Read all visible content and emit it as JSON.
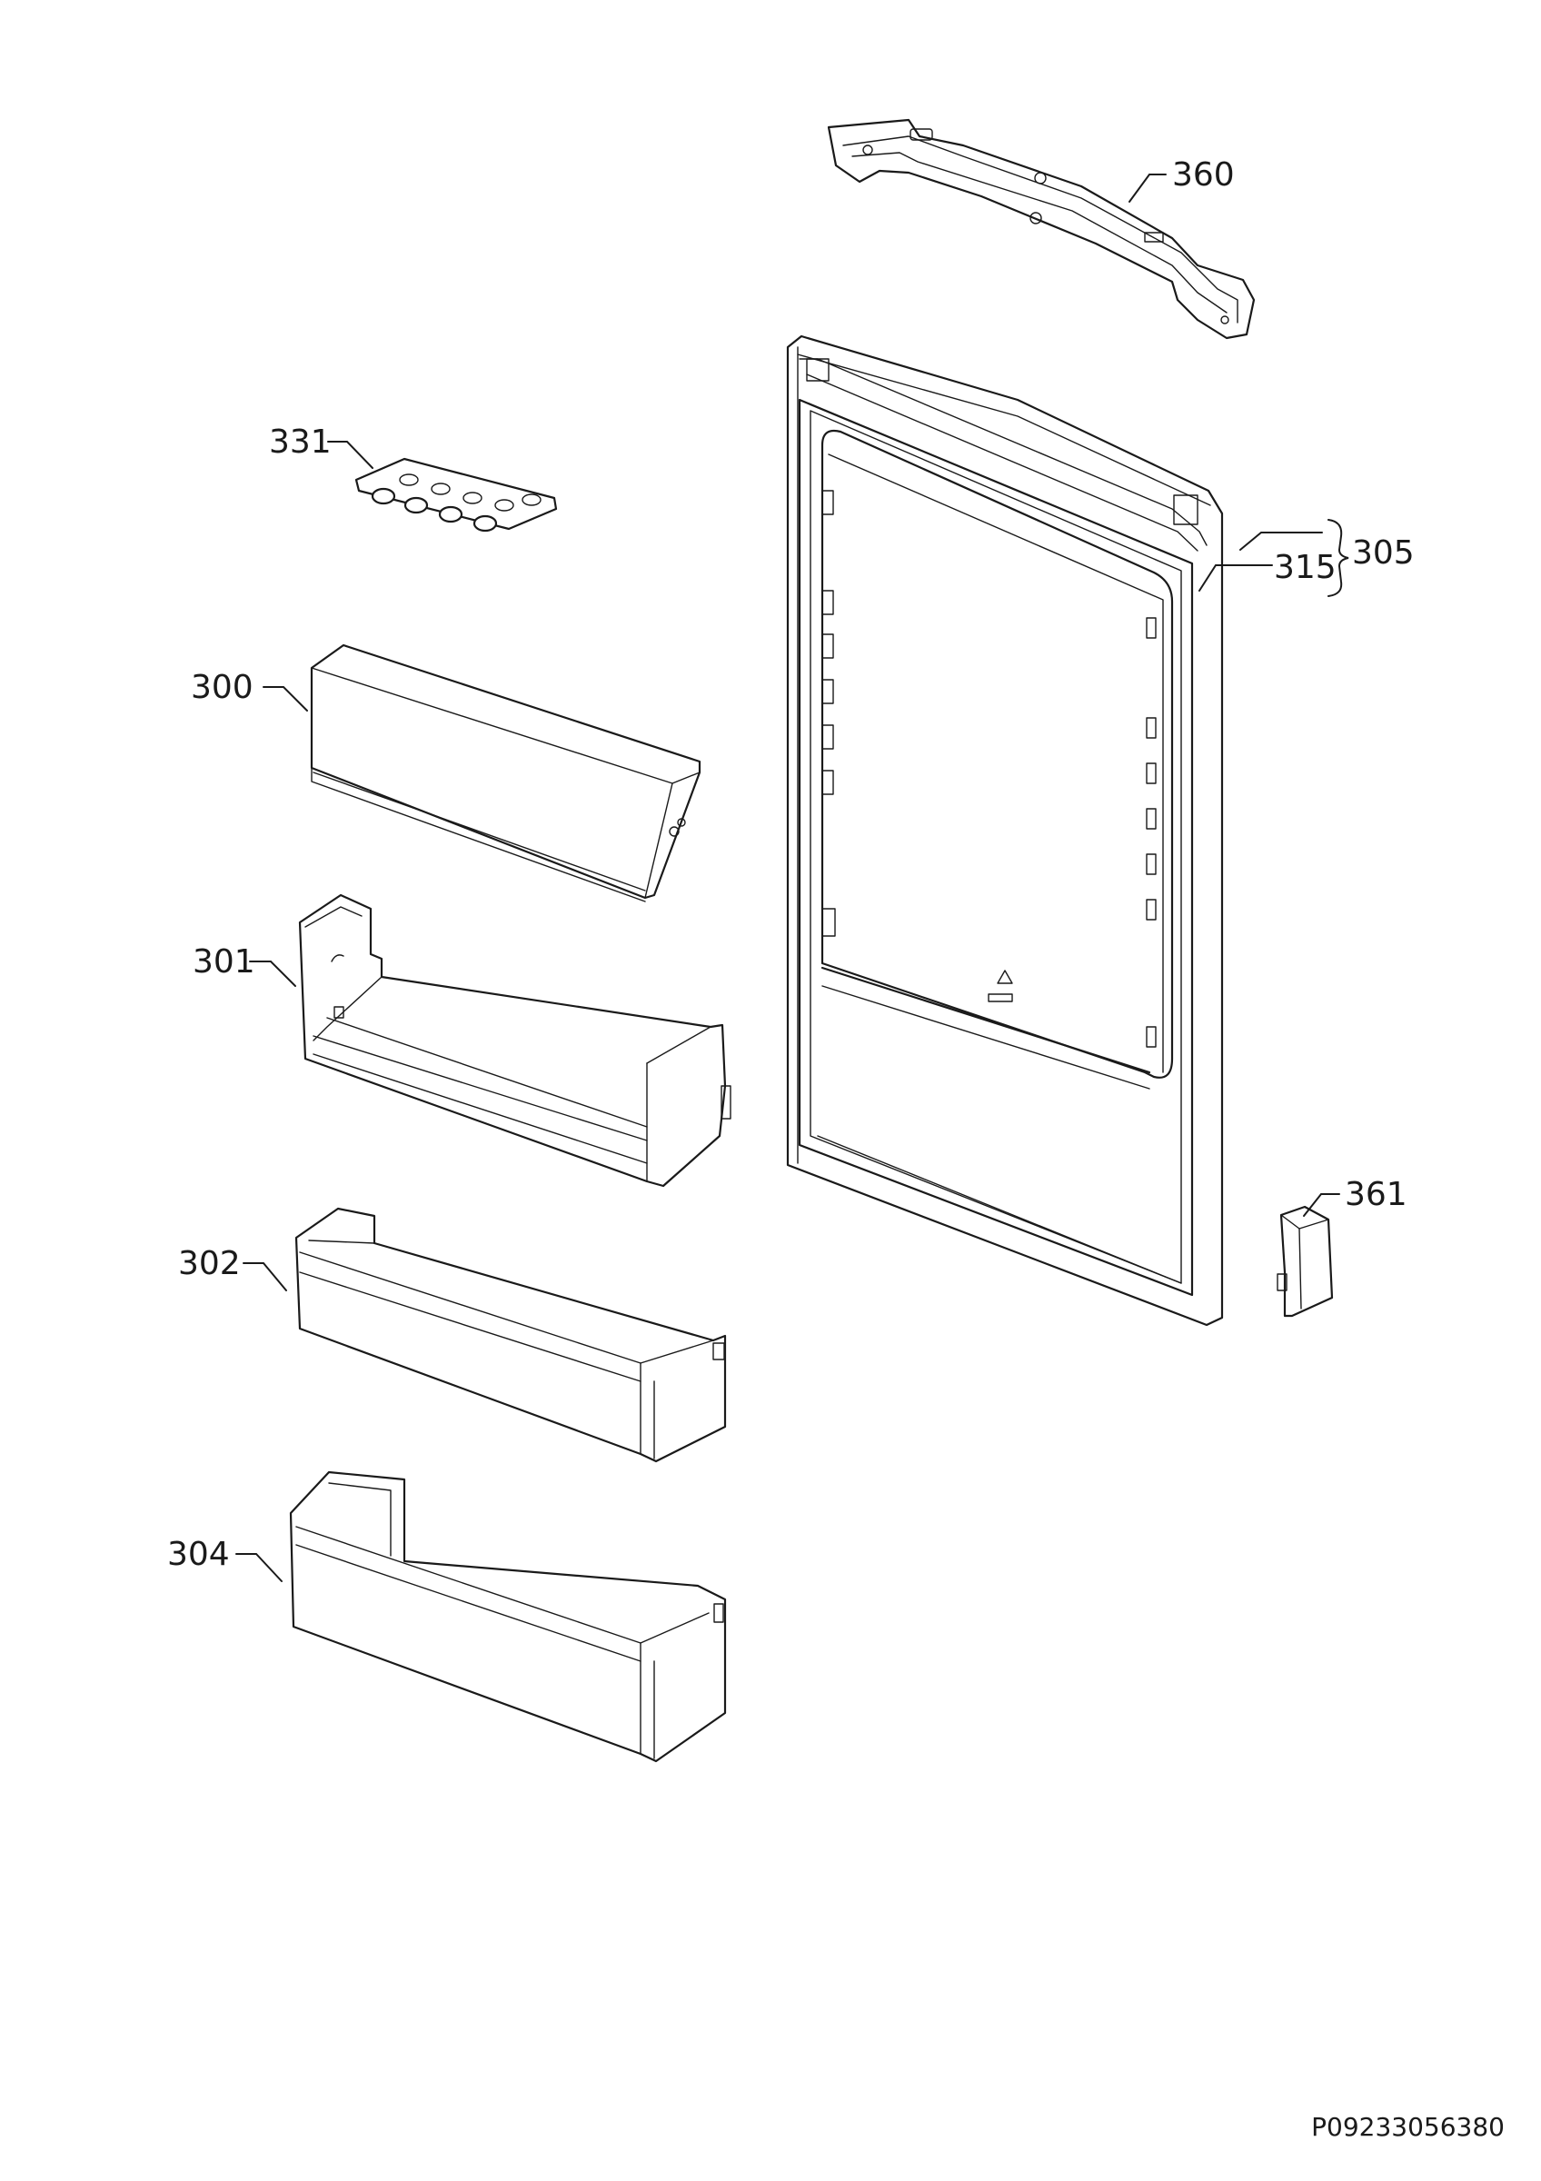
{
  "callouts": {
    "c360": "360",
    "c331": "331",
    "c305": "305",
    "c315": "315",
    "c300": "300",
    "c301": "301",
    "c361": "361",
    "c302": "302",
    "c304": "304"
  },
  "document_code": "P09233056380",
  "colors": {
    "line": "#1a1a1a",
    "background": "#ffffff"
  }
}
